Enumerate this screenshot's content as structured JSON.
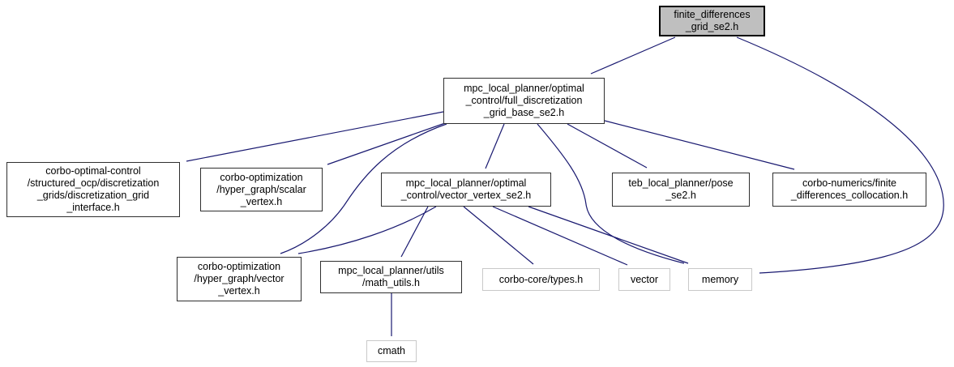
{
  "graph": {
    "edge_color": "#191970",
    "root_fill": "#bfbfbf",
    "internal_border_color": "#2f2f2f",
    "external_border_color": "#c9c9c9",
    "nodes": {
      "root": {
        "label": "finite_differences\n_grid_se2.h"
      },
      "full_grid_base": {
        "label": "mpc_local_planner/optimal\n_control/full_discretization\n_grid_base_se2.h"
      },
      "discretization_grid_interface": {
        "label": "corbo-optimal-control\n/structured_ocp/discretization\n_grids/discretization_grid\n_interface.h"
      },
      "scalar_vertex": {
        "label": "corbo-optimization\n/hyper_graph/scalar\n_vertex.h"
      },
      "vector_vertex_se2": {
        "label": "mpc_local_planner/optimal\n_control/vector_vertex_se2.h"
      },
      "pose_se2": {
        "label": "teb_local_planner/pose\n_se2.h"
      },
      "finite_differences_collocation": {
        "label": "corbo-numerics/finite\n_differences_collocation.h"
      },
      "vector_vertex": {
        "label": "corbo-optimization\n/hyper_graph/vector\n_vertex.h"
      },
      "math_utils": {
        "label": "mpc_local_planner/utils\n/math_utils.h"
      },
      "types": {
        "label": "corbo-core/types.h"
      },
      "vector": {
        "label": "vector"
      },
      "memory": {
        "label": "memory"
      },
      "cmath": {
        "label": "cmath"
      }
    },
    "edges": [
      {
        "from": "root",
        "to": "full_grid_base"
      },
      {
        "from": "root",
        "to": "memory"
      },
      {
        "from": "full_grid_base",
        "to": "discretization_grid_interface"
      },
      {
        "from": "full_grid_base",
        "to": "scalar_vertex"
      },
      {
        "from": "full_grid_base",
        "to": "vector_vertex_se2"
      },
      {
        "from": "full_grid_base",
        "to": "pose_se2"
      },
      {
        "from": "full_grid_base",
        "to": "finite_differences_collocation"
      },
      {
        "from": "full_grid_base",
        "to": "vector_vertex"
      },
      {
        "from": "full_grid_base",
        "to": "memory"
      },
      {
        "from": "vector_vertex_se2",
        "to": "vector_vertex"
      },
      {
        "from": "vector_vertex_se2",
        "to": "math_utils"
      },
      {
        "from": "vector_vertex_se2",
        "to": "types"
      },
      {
        "from": "vector_vertex_se2",
        "to": "vector"
      },
      {
        "from": "vector_vertex_se2",
        "to": "memory"
      },
      {
        "from": "math_utils",
        "to": "cmath"
      }
    ]
  }
}
